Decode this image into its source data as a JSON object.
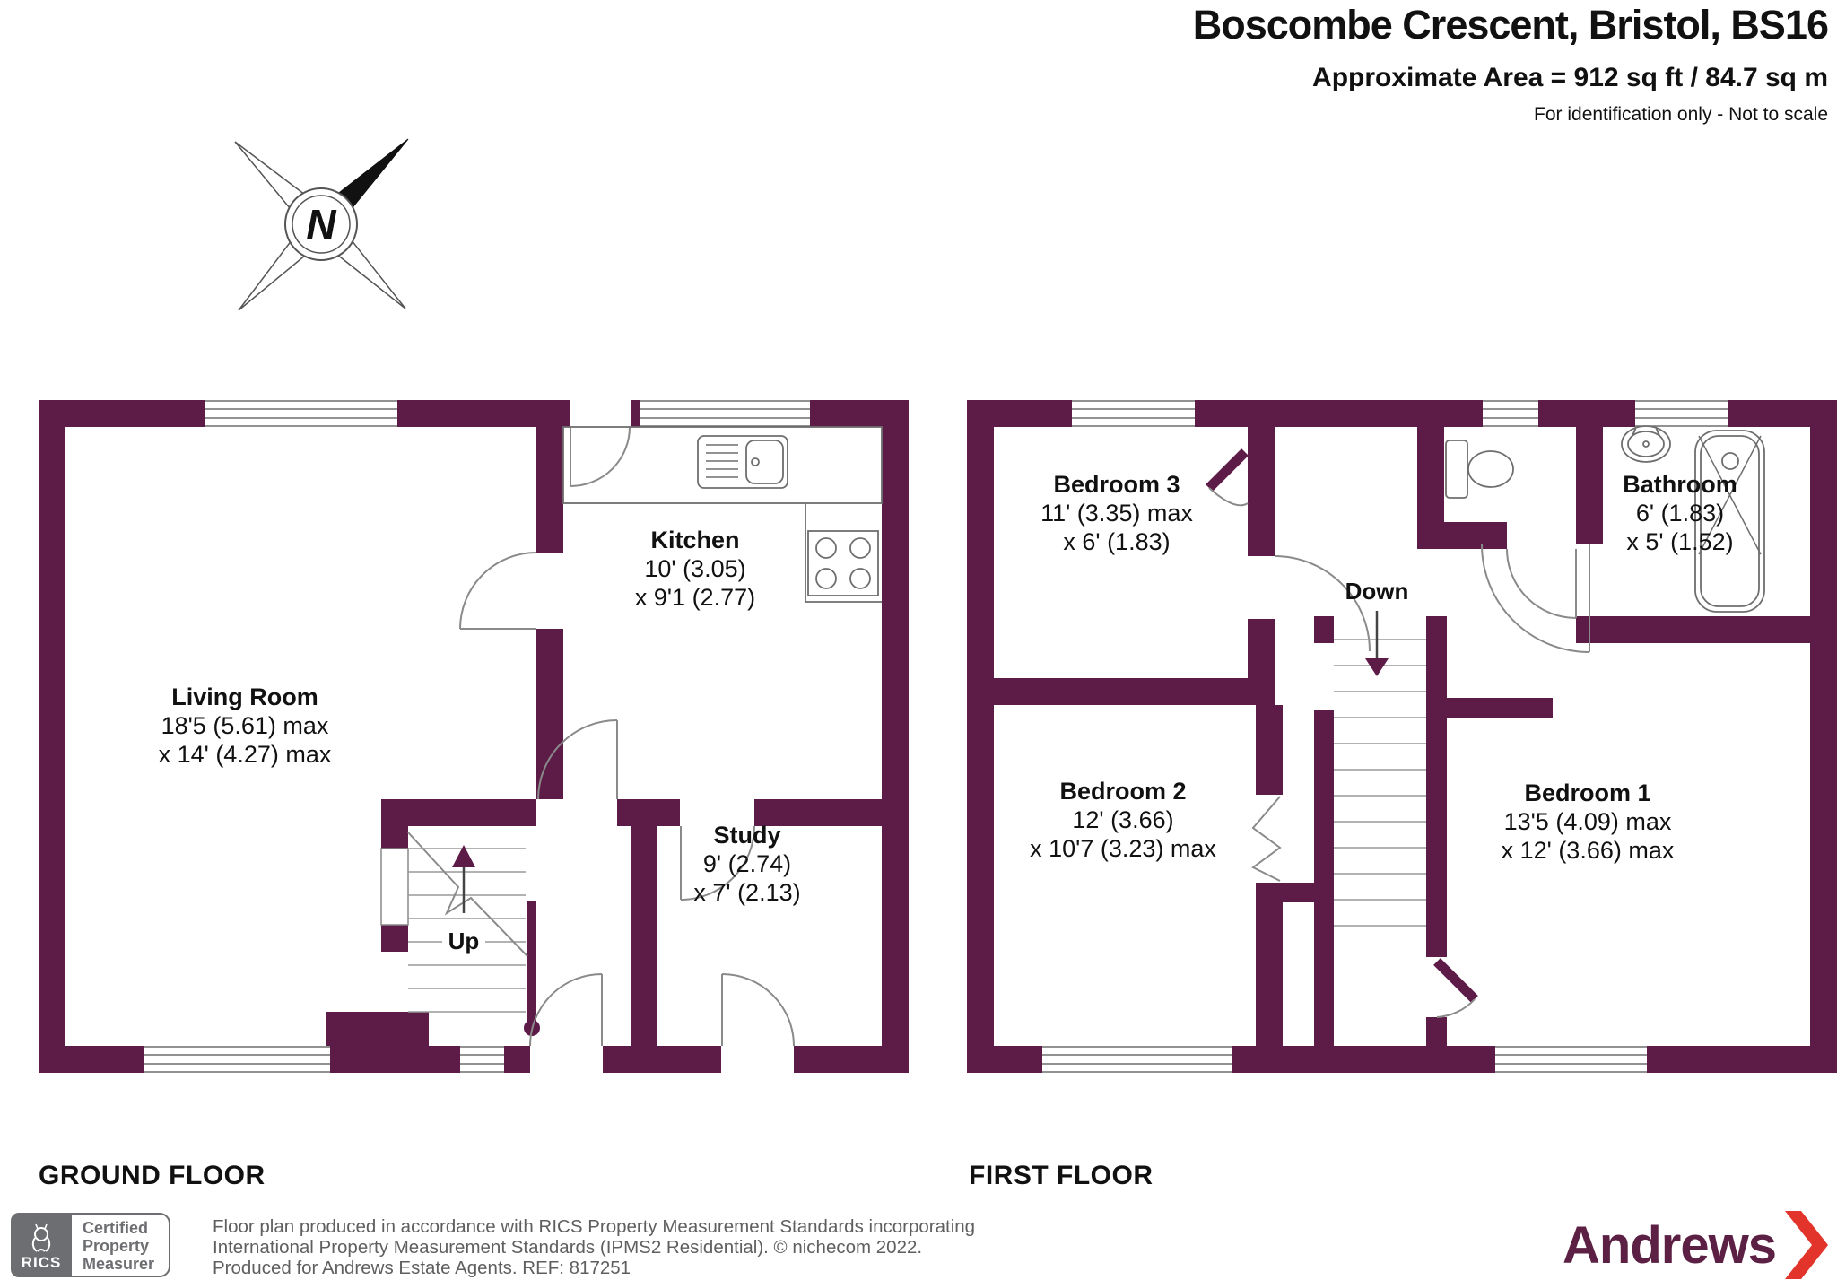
{
  "header": {
    "title": "Boscombe Crescent, Bristol, BS16",
    "area": "Approximate Area = 912 sq ft / 84.7 sq m",
    "note": "For identification only - Not to scale"
  },
  "compass": {
    "letter": "N"
  },
  "ground_floor": {
    "label": "GROUND FLOOR",
    "stairs_label": "Up",
    "rooms": [
      {
        "name": "Living Room",
        "dim1": "18'5 (5.61) max",
        "dim2": "x 14' (4.27) max"
      },
      {
        "name": "Kitchen",
        "dim1": "10' (3.05)",
        "dim2": "x 9'1 (2.77)"
      },
      {
        "name": "Study",
        "dim1": "9' (2.74)",
        "dim2": "x 7' (2.13)"
      }
    ]
  },
  "first_floor": {
    "label": "FIRST FLOOR",
    "stairs_label": "Down",
    "rooms": [
      {
        "name": "Bedroom 3",
        "dim1": "11' (3.35) max",
        "dim2": "x 6' (1.83)"
      },
      {
        "name": "Bathroom",
        "dim1": "6' (1.83)",
        "dim2": "x 5' (1.52)"
      },
      {
        "name": "Bedroom 2",
        "dim1": "12' (3.66)",
        "dim2": "x 10'7 (3.23) max"
      },
      {
        "name": "Bedroom 1",
        "dim1": "13'5 (4.09) max",
        "dim2": "x 12' (3.66) max"
      }
    ]
  },
  "footer": {
    "rics": {
      "brand": "RICS",
      "lines": [
        "Certified",
        "Property",
        "Measurer"
      ]
    },
    "disclaimer_lines": [
      "Floor plan produced in accordance with RICS Property Measurement Standards incorporating",
      "International Property Measurement Standards (IPMS2 Residential).   © nichecom 2022.",
      "Produced for Andrews Estate Agents.   REF:   817251"
    ],
    "andrews_wordmark": "Andrews"
  },
  "colors": {
    "wall": "#5d1b47",
    "andrews_plum": "#5c2045",
    "andrews_red": "#e2342b",
    "rics_gray": "#6d6e71"
  }
}
